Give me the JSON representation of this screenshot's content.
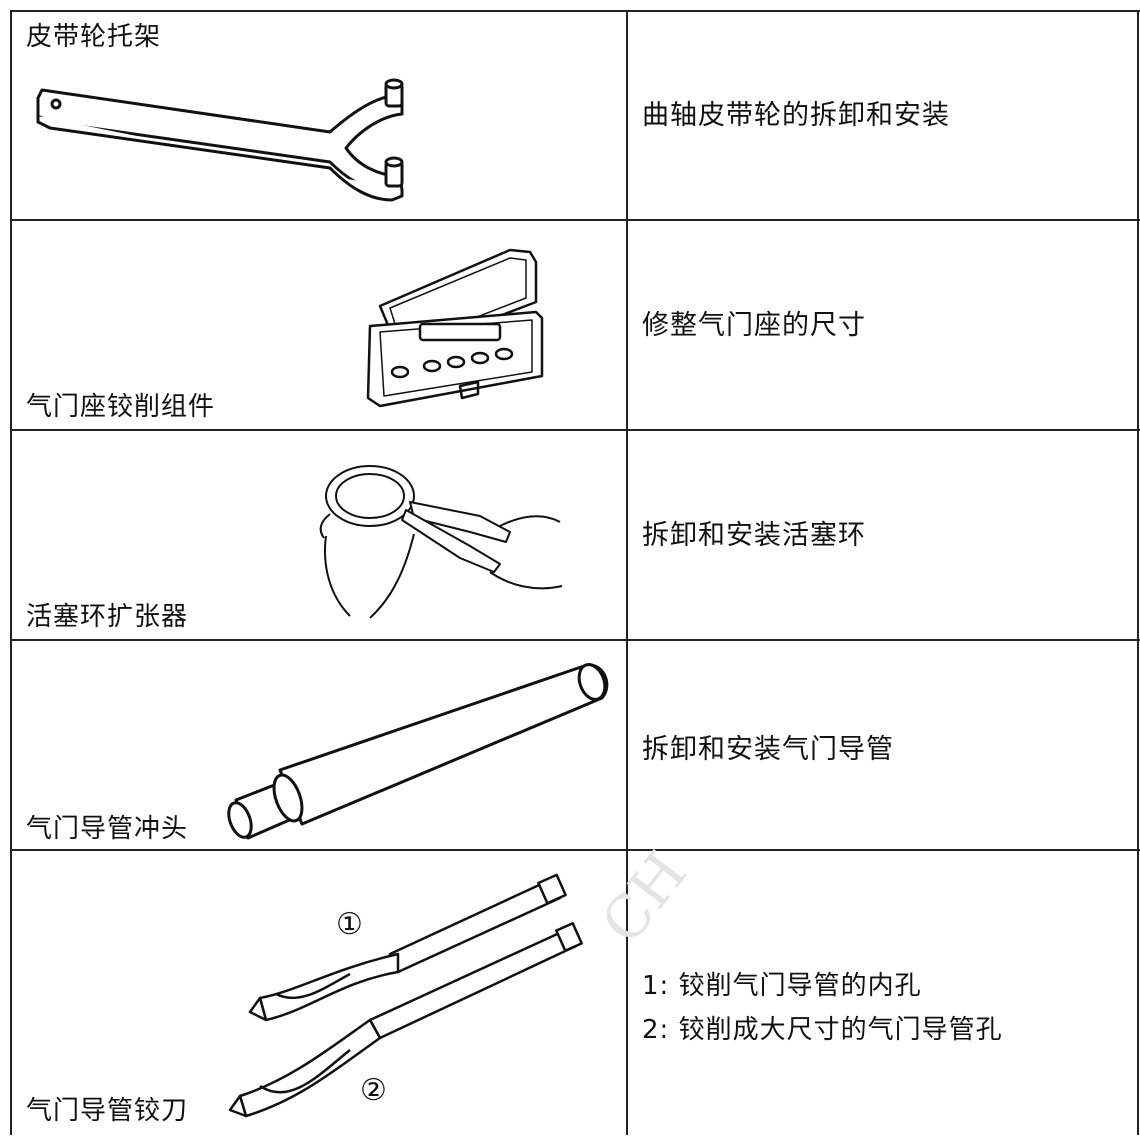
{
  "table": {
    "rows": [
      {
        "tool_name": "皮带轮托架",
        "usage": "曲轴皮带轮的拆卸和安装",
        "icon": "pulley-holder-wrench-icon"
      },
      {
        "tool_name": "气门座铰削组件",
        "usage": "修整气门座的尺寸",
        "icon": "valve-seat-cutter-kit-icon"
      },
      {
        "tool_name": "活塞环扩张器",
        "usage": "拆卸和安装活塞环",
        "icon": "piston-ring-expander-icon"
      },
      {
        "tool_name": "气门导管冲头",
        "usage": "拆卸和安装气门导管",
        "icon": "valve-guide-punch-icon"
      },
      {
        "tool_name": "气门导管铰刀",
        "usage_lines": [
          "1: 铰削气门导管的内孔",
          "2: 铰削成大尺寸的气门导管孔"
        ],
        "icon": "valve-guide-reamer-icon",
        "callouts": [
          "①",
          "②"
        ]
      }
    ]
  },
  "watermark": "CH"
}
